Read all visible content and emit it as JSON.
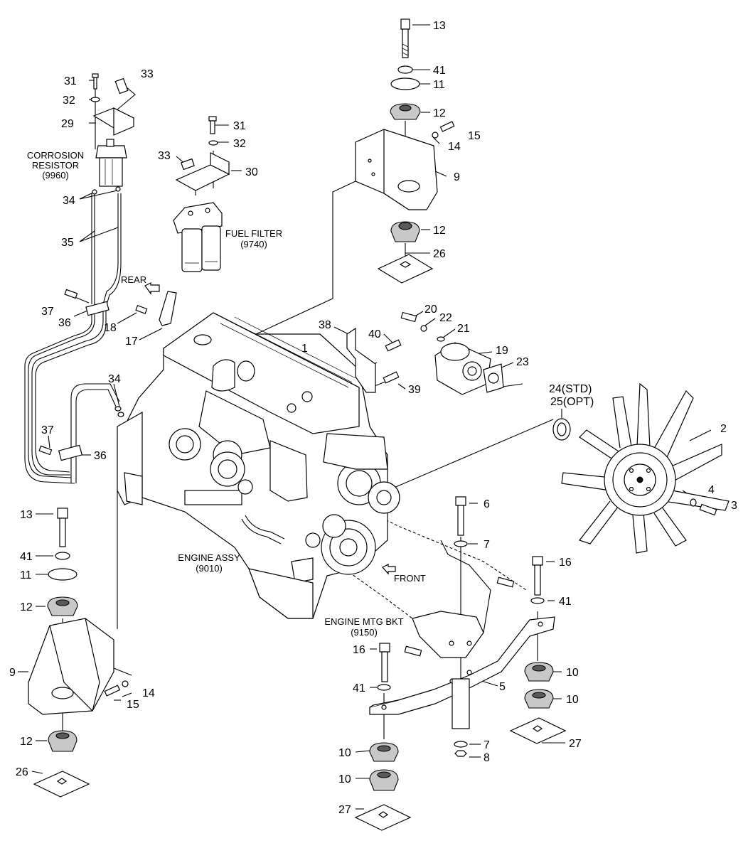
{
  "callouts": [
    {
      "id": "c13a",
      "text": "13"
    },
    {
      "id": "c41a",
      "text": "41"
    },
    {
      "id": "c11a",
      "text": "11"
    },
    {
      "id": "c12a",
      "text": "12"
    },
    {
      "id": "c15a",
      "text": "15"
    },
    {
      "id": "c14a",
      "text": "14"
    },
    {
      "id": "c9a",
      "text": "9"
    },
    {
      "id": "c12b",
      "text": "12"
    },
    {
      "id": "c26a",
      "text": "26"
    },
    {
      "id": "c31a",
      "text": "31"
    },
    {
      "id": "c33a",
      "text": "33"
    },
    {
      "id": "c32a",
      "text": "32"
    },
    {
      "id": "c29",
      "text": "29"
    },
    {
      "id": "c34a",
      "text": "34"
    },
    {
      "id": "c35",
      "text": "35"
    },
    {
      "id": "c37a",
      "text": "37"
    },
    {
      "id": "c36a",
      "text": "36"
    },
    {
      "id": "c31b",
      "text": "31"
    },
    {
      "id": "c32b",
      "text": "32"
    },
    {
      "id": "c33b",
      "text": "33"
    },
    {
      "id": "c30",
      "text": "30"
    },
    {
      "id": "c18",
      "text": "18"
    },
    {
      "id": "c17",
      "text": "17"
    },
    {
      "id": "c1",
      "text": "1"
    },
    {
      "id": "c38",
      "text": "38"
    },
    {
      "id": "c40",
      "text": "40"
    },
    {
      "id": "c39",
      "text": "39"
    },
    {
      "id": "c20",
      "text": "20"
    },
    {
      "id": "c22",
      "text": "22"
    },
    {
      "id": "c21",
      "text": "21"
    },
    {
      "id": "c19",
      "text": "19"
    },
    {
      "id": "c23",
      "text": "23"
    },
    {
      "id": "c24",
      "text": "24(STD)"
    },
    {
      "id": "c25",
      "text": "25(OPT)"
    },
    {
      "id": "c2",
      "text": "2"
    },
    {
      "id": "c4",
      "text": "4"
    },
    {
      "id": "c3",
      "text": "3"
    },
    {
      "id": "c34b",
      "text": "34"
    },
    {
      "id": "c37b",
      "text": "37"
    },
    {
      "id": "c36b",
      "text": "36"
    },
    {
      "id": "c6",
      "text": "6"
    },
    {
      "id": "c7a",
      "text": "7"
    },
    {
      "id": "c16a",
      "text": "16"
    },
    {
      "id": "c41b",
      "text": "41"
    },
    {
      "id": "c13b",
      "text": "13"
    },
    {
      "id": "c41c",
      "text": "41"
    },
    {
      "id": "c11b",
      "text": "11"
    },
    {
      "id": "c12c",
      "text": "12"
    },
    {
      "id": "c9b",
      "text": "9"
    },
    {
      "id": "c14b",
      "text": "14"
    },
    {
      "id": "c15b",
      "text": "15"
    },
    {
      "id": "c12d",
      "text": "12"
    },
    {
      "id": "c26b",
      "text": "26"
    },
    {
      "id": "c16b",
      "text": "16"
    },
    {
      "id": "c41d",
      "text": "41"
    },
    {
      "id": "c5",
      "text": "5"
    },
    {
      "id": "c10a",
      "text": "10"
    },
    {
      "id": "c10b",
      "text": "10"
    },
    {
      "id": "c27a",
      "text": "27"
    },
    {
      "id": "c7b",
      "text": "7"
    },
    {
      "id": "c8",
      "text": "8"
    },
    {
      "id": "c10c",
      "text": "10"
    },
    {
      "id": "c10d",
      "text": "10"
    },
    {
      "id": "c27b",
      "text": "27"
    }
  ],
  "captions": {
    "corrosion_resistor": [
      "CORROSION",
      "RESISTOR",
      "(9960)"
    ],
    "fuel_filter": [
      "FUEL FILTER",
      "(9740)"
    ],
    "rear": "REAR",
    "front": "FRONT",
    "engine_assy": [
      "ENGINE ASSY",
      "(9010)"
    ],
    "engine_mtg_bkt": [
      "ENGINE MTG BKT",
      "(9150)"
    ]
  }
}
